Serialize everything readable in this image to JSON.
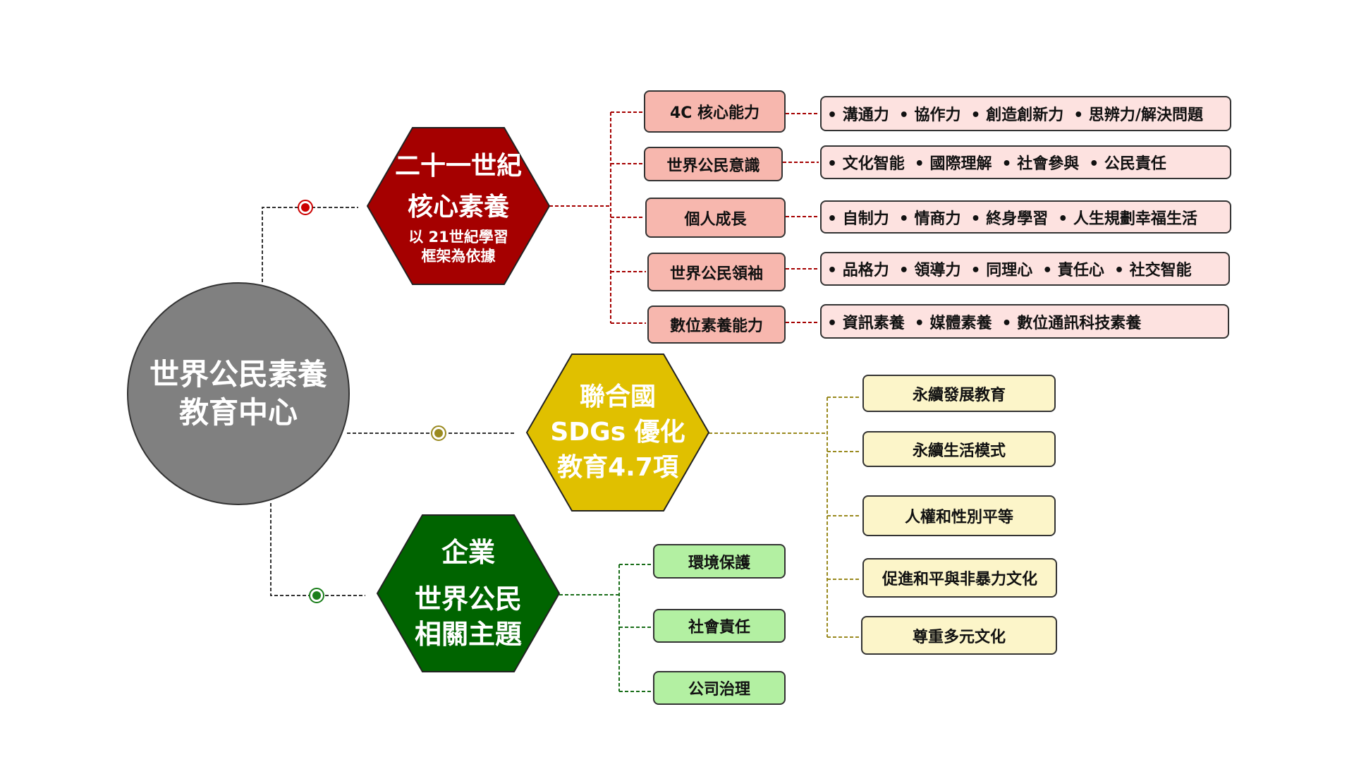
{
  "center": {
    "line1": "世界公民素養",
    "line2": "教育中心"
  },
  "colors": {
    "red": "#a50000",
    "yellow": "#e0c000",
    "green": "#006400",
    "gray": "#808080"
  },
  "branches": {
    "core": {
      "title1": "二十一世紀",
      "title2": "核心素養",
      "sub1": "以 21世紀學習",
      "sub2": "框架為依據",
      "items": [
        {
          "label": "4C 核心能力",
          "details": [
            "• 溝通力",
            "• 協作力",
            "• 創造創新力",
            "• 思辨力/解決問題"
          ]
        },
        {
          "label": "世界公民意識",
          "details": [
            "• 文化智能",
            "• 國際理解",
            "• 社會參與",
            "• 公民責任"
          ]
        },
        {
          "label": "個人成長",
          "details": [
            "• 自制力",
            "• 情商力",
            "• 終身學習",
            "• 人生規劃幸福生活"
          ]
        },
        {
          "label": "世界公民領袖",
          "details": [
            "• 品格力",
            "• 領導力",
            "• 同理心",
            "• 責任心",
            "• 社交智能"
          ]
        },
        {
          "label": "數位素養能力",
          "details": [
            "• 資訊素養",
            "• 媒體素養",
            "• 數位通訊科技素養"
          ]
        }
      ]
    },
    "sdgs": {
      "title1": "聯合國",
      "title2": "SDGs 優化",
      "title3": "教育4.7項",
      "items": [
        "永續發展教育",
        "永續生活模式",
        "人權和性別平等",
        "促進和平與非暴力文化",
        "尊重多元文化"
      ]
    },
    "enterprise": {
      "title1": "企業",
      "title2": "世界公民",
      "title3": "相關主題",
      "items": [
        "環境保護",
        "社會責任",
        "公司治理"
      ]
    }
  }
}
